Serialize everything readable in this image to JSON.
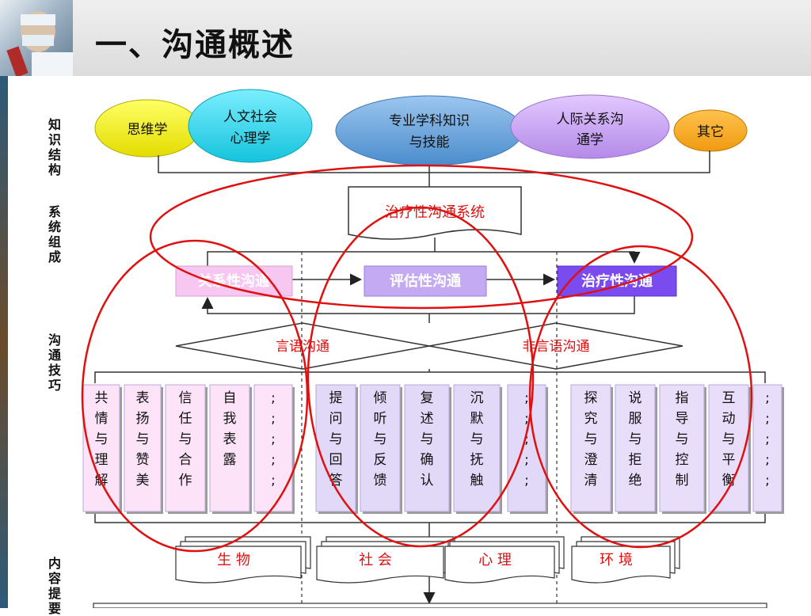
{
  "slide_title": "一、沟通概述",
  "side_labels": {
    "knowledge": "知识结构",
    "system": "系统组成",
    "skills": "沟通技巧",
    "content": "内容提要"
  },
  "knowledge_bubbles": [
    {
      "lines": [
        "思维学"
      ],
      "color": "#f5f200"
    },
    {
      "lines": [
        "人文社会",
        "心理学"
      ],
      "color": "#33d6e8"
    },
    {
      "lines": [
        "专业学科知识",
        "与技能"
      ],
      "color": "#5b9bd5"
    },
    {
      "lines": [
        "人际关系沟",
        "通学"
      ],
      "color": "#c79cf0"
    },
    {
      "lines": [
        "其它"
      ],
      "color": "#f5a623"
    }
  ],
  "system_label": "治疗性沟通系统",
  "comm_stages": [
    "关系性沟通",
    "评估性沟通",
    "治疗性沟通"
  ],
  "comm_types": [
    "言语沟通",
    "非言语沟通"
  ],
  "skill_cards": [
    [
      "共",
      "情",
      "与",
      "理",
      "解"
    ],
    [
      "表",
      "扬",
      "与",
      "赞",
      "美"
    ],
    [
      "信",
      "任",
      "与",
      "合",
      "作"
    ],
    [
      "自",
      "我",
      "表",
      "露"
    ],
    [
      ";",
      ";",
      ";",
      ";",
      ";"
    ],
    [
      "提",
      "问",
      "与",
      "回",
      "答"
    ],
    [
      "倾",
      "听",
      "与",
      "反",
      "馈"
    ],
    [
      "复",
      "述",
      "与",
      "确",
      "认"
    ],
    [
      "沉",
      "默",
      "与",
      "抚",
      "触"
    ],
    [
      ";",
      ";",
      ";",
      ";",
      ";"
    ],
    [
      "探",
      "究",
      "与",
      "澄",
      "清"
    ],
    [
      "说",
      "服",
      "与",
      "拒",
      "绝"
    ],
    [
      "指",
      "导",
      "与",
      "控",
      "制"
    ],
    [
      "互",
      "动",
      "与",
      "平",
      "衡"
    ],
    [
      ";",
      ";",
      ";",
      ";",
      ";"
    ]
  ],
  "content_items": [
    "生 物",
    "社 会",
    "心 理",
    "环 境"
  ]
}
